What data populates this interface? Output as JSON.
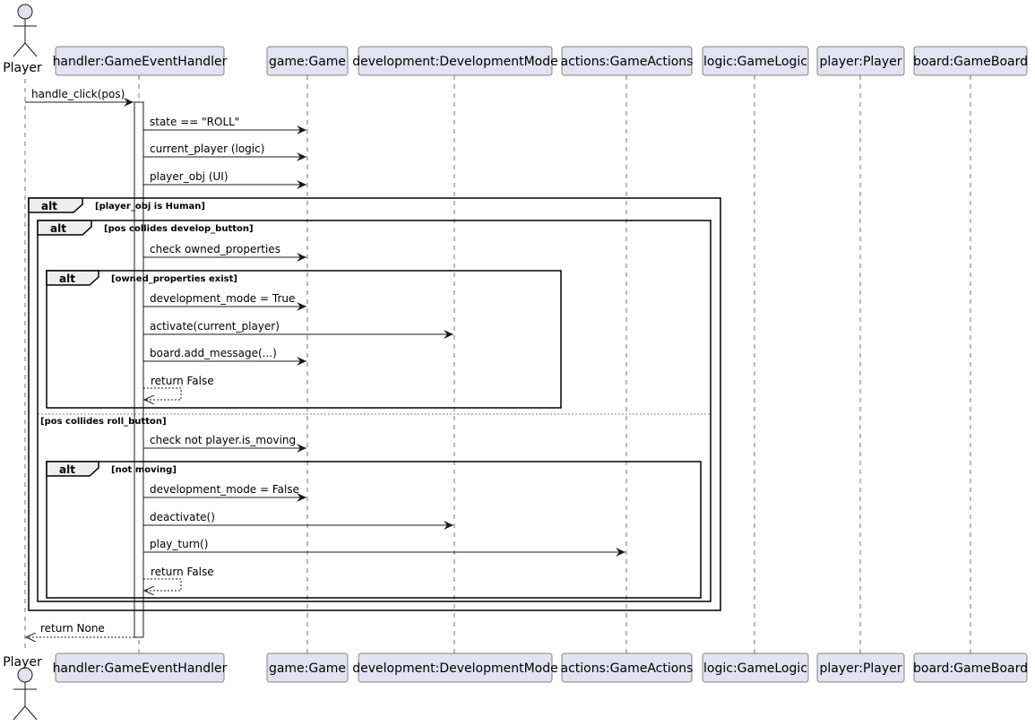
{
  "actor": {
    "label": "Player"
  },
  "participants": [
    {
      "id": "handler",
      "label": "handler:GameEventHandler"
    },
    {
      "id": "game",
      "label": "game:Game"
    },
    {
      "id": "development",
      "label": "development:DevelopmentMode"
    },
    {
      "id": "actions",
      "label": "actions:GameActions"
    },
    {
      "id": "logic",
      "label": "logic:GameLogic"
    },
    {
      "id": "player",
      "label": "player:Player"
    },
    {
      "id": "board",
      "label": "board:GameBoard"
    }
  ],
  "messages": [
    {
      "id": "m1",
      "from": "actor",
      "to": "handler",
      "label": "handle_click(pos)",
      "kind": "call"
    },
    {
      "id": "m2",
      "from": "handler",
      "to": "game",
      "label": "state == \"ROLL\"",
      "kind": "call"
    },
    {
      "id": "m3",
      "from": "handler",
      "to": "game",
      "label": "current_player (logic)",
      "kind": "call"
    },
    {
      "id": "m4",
      "from": "handler",
      "to": "game",
      "label": "player_obj (UI)",
      "kind": "call"
    },
    {
      "id": "m5",
      "from": "handler",
      "to": "game",
      "label": "check owned_properties",
      "kind": "call"
    },
    {
      "id": "m6",
      "from": "handler",
      "to": "game",
      "label": "development_mode = True",
      "kind": "call"
    },
    {
      "id": "m7",
      "from": "handler",
      "to": "development",
      "label": "activate(current_player)",
      "kind": "call"
    },
    {
      "id": "m8",
      "from": "handler",
      "to": "game",
      "label": "board.add_message(...)",
      "kind": "call"
    },
    {
      "id": "m9",
      "from": "handler",
      "to": "handler",
      "label": "return False",
      "kind": "self-return"
    },
    {
      "id": "m10",
      "from": "handler",
      "to": "game",
      "label": "check not player.is_moving",
      "kind": "call"
    },
    {
      "id": "m11",
      "from": "handler",
      "to": "game",
      "label": "development_mode = False",
      "kind": "call"
    },
    {
      "id": "m12",
      "from": "handler",
      "to": "development",
      "label": "deactivate()",
      "kind": "call"
    },
    {
      "id": "m13",
      "from": "handler",
      "to": "actions",
      "label": "play_turn()",
      "kind": "call"
    },
    {
      "id": "m14",
      "from": "handler",
      "to": "handler",
      "label": "return False",
      "kind": "self-return"
    },
    {
      "id": "m15",
      "from": "handler",
      "to": "actor",
      "label": "return None",
      "kind": "return"
    }
  ],
  "fragments": [
    {
      "id": "f1",
      "keyword": "alt",
      "guard": "[player_obj is Human]"
    },
    {
      "id": "f2",
      "keyword": "alt",
      "guard": "[pos collides develop_button]",
      "else_guard": "[pos collides roll_button]"
    },
    {
      "id": "f3",
      "keyword": "alt",
      "guard": "[owned_properties exist]"
    },
    {
      "id": "f4",
      "keyword": "alt",
      "guard": "[not moving]"
    }
  ],
  "colors": {
    "participant_fill": "#e2e2f0",
    "participant_border": "#181818",
    "lifeline": "#181818",
    "arrow": "#181818",
    "fragment_tab": "#eeeeee"
  }
}
